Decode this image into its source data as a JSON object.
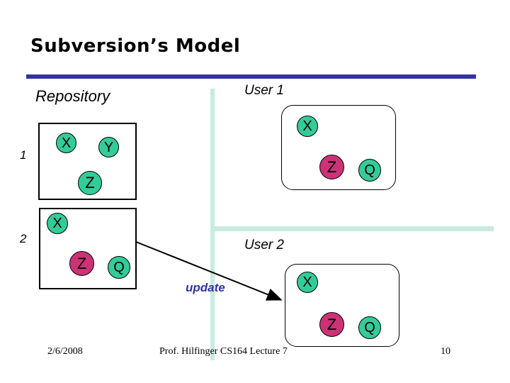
{
  "slide": {
    "title": "Subversion’s Model",
    "repository": {
      "label": "Repository",
      "versions": [
        {
          "number": "1",
          "nodes": [
            {
              "letter": "X",
              "fill": "#33CC99"
            },
            {
              "letter": "Y",
              "fill": "#33CC99"
            },
            {
              "letter": "Z",
              "fill": "#33CC99"
            }
          ]
        },
        {
          "number": "2",
          "nodes": [
            {
              "letter": "X",
              "fill": "#33CC99"
            },
            {
              "letter": "Z",
              "fill": "#CC3377"
            },
            {
              "letter": "Q",
              "fill": "#33CC99"
            }
          ]
        }
      ]
    },
    "users": [
      {
        "label": "User 1",
        "nodes": [
          {
            "letter": "X",
            "fill": "#33CC99"
          },
          {
            "letter": "Z",
            "fill": "#CC3377"
          },
          {
            "letter": "Q",
            "fill": "#33CC99"
          }
        ]
      },
      {
        "label": "User 2",
        "nodes": [
          {
            "letter": "X",
            "fill": "#33CC99"
          },
          {
            "letter": "Z",
            "fill": "#CC3377"
          },
          {
            "letter": "Q",
            "fill": "#33CC99"
          }
        ]
      }
    ],
    "arrow": {
      "label": "update",
      "label_color": "#333399"
    },
    "footer": {
      "date": "2/6/2008",
      "credit": "Prof. Hilfinger CS164 Lecture 7",
      "page_number": "10"
    },
    "colors": {
      "title_rule": "#3333A2",
      "section_divider": "#C8EBE2",
      "node_green": "#33CC99",
      "node_magenta": "#CC3377"
    }
  }
}
